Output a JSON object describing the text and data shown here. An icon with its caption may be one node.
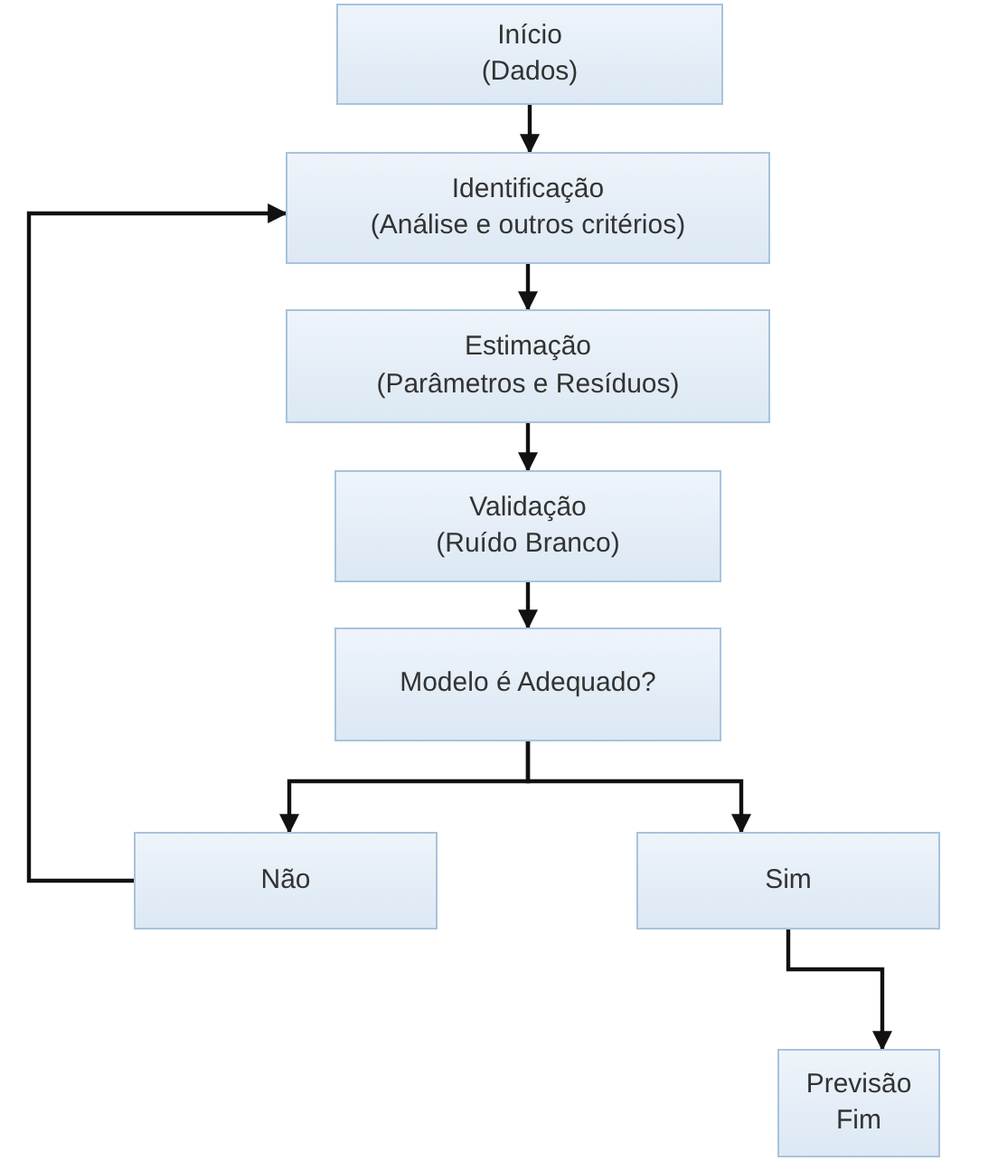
{
  "diagram": {
    "nodes": [
      {
        "text": [
          "Início",
          "(Dados)"
        ]
      },
      {
        "text": [
          "Identificação",
          "(Análise e outros critérios)"
        ]
      },
      {
        "text": [
          "Estimação",
          "(Parâmetros e Resíduos)"
        ]
      },
      {
        "text": [
          "Validação",
          "(Ruído Branco)"
        ]
      },
      {
        "text": [
          "Modelo é Adequado?"
        ]
      },
      {
        "text": [
          "Não"
        ]
      },
      {
        "text": [
          "Sim"
        ]
      },
      {
        "text": [
          "Previsão",
          "Fim"
        ]
      }
    ],
    "edges": [
      {
        "from": 0,
        "to": 1,
        "arrow": "to"
      },
      {
        "from": 1,
        "to": 2,
        "arrow": "to"
      },
      {
        "from": 2,
        "to": 3,
        "arrow": "to"
      },
      {
        "from": 3,
        "to": 4,
        "arrow": "to"
      },
      {
        "from": 4,
        "to": 5,
        "arrow": "to"
      },
      {
        "from": 4,
        "to": 6,
        "arrow": "to"
      },
      {
        "from": 6,
        "to": 7,
        "arrow": "to"
      },
      {
        "from": 5,
        "to": 1,
        "arrow": "to"
      }
    ]
  }
}
